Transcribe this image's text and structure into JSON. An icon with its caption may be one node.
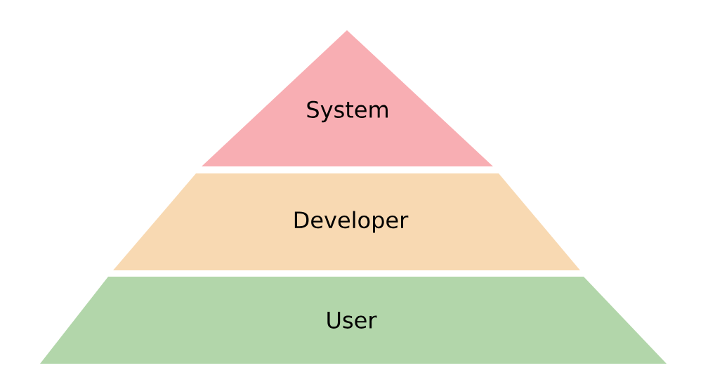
{
  "diagram": {
    "nodes": [
      {
        "text": [
          "System"
        ]
      },
      {
        "text": [
          "Developer"
        ]
      },
      {
        "text": [
          "User"
        ]
      }
    ]
  }
}
